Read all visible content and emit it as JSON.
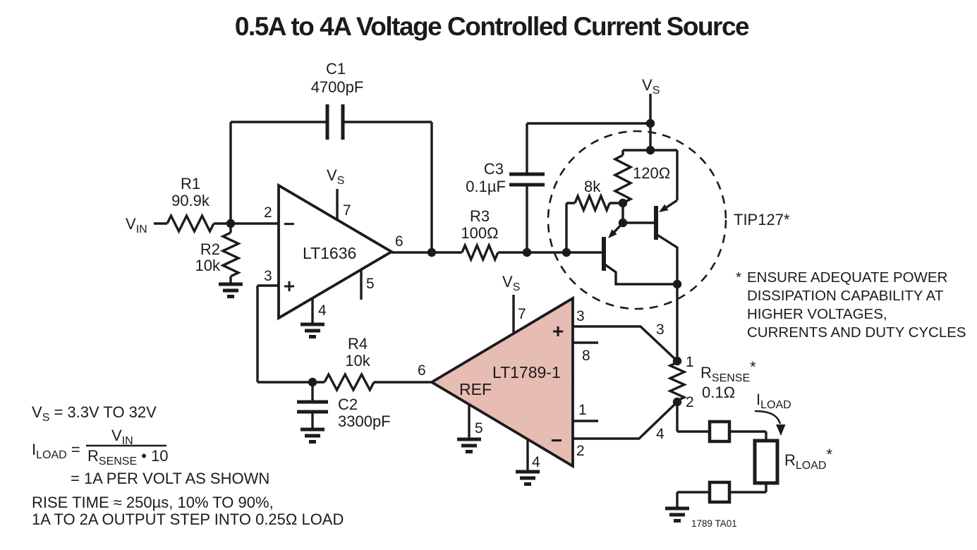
{
  "title": "0.5A to 4A Voltage Controlled Current Source",
  "colors": {
    "ink": "#1b1b1b",
    "amp_fill": "#e6bcb3"
  },
  "labels": {
    "vin": {
      "main": "V",
      "sub": "IN"
    },
    "vs": {
      "main": "V",
      "sub": "S"
    },
    "r1": {
      "ref": "R1",
      "value": "90.9k"
    },
    "r2": {
      "ref": "R2",
      "value": "10k"
    },
    "r3": {
      "ref": "R3",
      "value": "100Ω"
    },
    "r4": {
      "ref": "R4",
      "value": "10k"
    },
    "c1": {
      "ref": "C1",
      "value": "4700pF"
    },
    "c2": {
      "ref": "C2",
      "value": "3300pF"
    },
    "c3": {
      "ref": "C3",
      "value": "0.1µF"
    },
    "r8k": "8k",
    "r120": "120Ω",
    "tip127": "TIP127*",
    "rsense": {
      "main": "R",
      "sub": "SENSE",
      "star": "*",
      "value": "0.1Ω"
    },
    "rload": {
      "main": "R",
      "sub": "LOAD",
      "star": "*"
    },
    "iload": {
      "main": "I",
      "sub": "LOAD"
    },
    "plus": "+",
    "minus": "−",
    "tag": "1789 TA01"
  },
  "opamp1": {
    "part": "LT1636",
    "pin2": "2",
    "pin3": "3",
    "pin4": "4",
    "pin5": "5",
    "pin6": "6",
    "pin7": "7"
  },
  "opamp2": {
    "part": "LT1789-1",
    "ref_label": "REF",
    "pin1": "1",
    "pin2": "2",
    "pin3": "3",
    "pin4": "4",
    "pin5": "5",
    "pin7": "7",
    "pin8": "8",
    "out": "6"
  },
  "wire_labels": {
    "w3": "3",
    "w4": "4",
    "n1": "1",
    "n2": "2"
  },
  "note": {
    "star": "*",
    "line1": "ENSURE ADEQUATE POWER",
    "line2": "DISSIPATION CAPABILITY AT",
    "line3": "HIGHER VOLTAGES,",
    "line4": "CURRENTS AND DUTY CYCLES"
  },
  "specs": {
    "vs_eq": " = 3.3V TO 32V",
    "eq": " =",
    "num": {
      "main": "V",
      "sub": "IN"
    },
    "den": {
      "main": "R",
      "sub": "SENSE",
      "rest": " • 10"
    },
    "gain": "= 1A PER VOLT AS SHOWN",
    "rise1": "RISE TIME ≈ 250µs, 10% TO 90%,",
    "rise2": "1A TO 2A OUTPUT STEP INTO 0.25Ω LOAD"
  }
}
